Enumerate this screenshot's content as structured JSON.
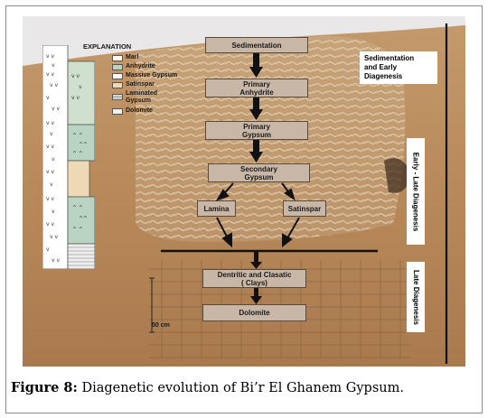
{
  "figure": {
    "caption_label": "Figure 8:",
    "caption_text": " Diagenetic evolution of Bi’r El Ghanem Gypsum."
  },
  "legend": {
    "title": "EXPLANATION",
    "items": [
      {
        "label": "Marl",
        "pattern": "marl"
      },
      {
        "label": "Anhydrite",
        "pattern": "anhydrite"
      },
      {
        "label": "Massive Gypsum",
        "pattern": "massive-gypsum"
      },
      {
        "label": "Satinspar",
        "pattern": "satinspar"
      },
      {
        "label": "Laminated Gypsum",
        "pattern": "laminated-gypsum"
      },
      {
        "label": "Dolomite",
        "pattern": "dolomite"
      }
    ]
  },
  "flow": {
    "sedimentation": "Sedimentation",
    "primary_anhydrite": "Primary\nAnhydrite",
    "primary_gypsum": "Primary\nGypsum",
    "secondary_gypsum": "Secondary\nGypsum",
    "lamina": "Lamina",
    "satinspar": "Satinspar",
    "clays": "Dentritic and Clasatic\n( Clays)",
    "dolomite": "Dolomite"
  },
  "stages": {
    "early": "Sedimentation\nand Early Diagenesis",
    "early_late": "Early - Late Diagenesis",
    "late": "Late Diagenesis"
  },
  "scale": {
    "label": "50 cm"
  },
  "colors": {
    "box_fill": "#c8b7a6",
    "rock": "#b88a5f",
    "sky": "#e8e6e6"
  }
}
